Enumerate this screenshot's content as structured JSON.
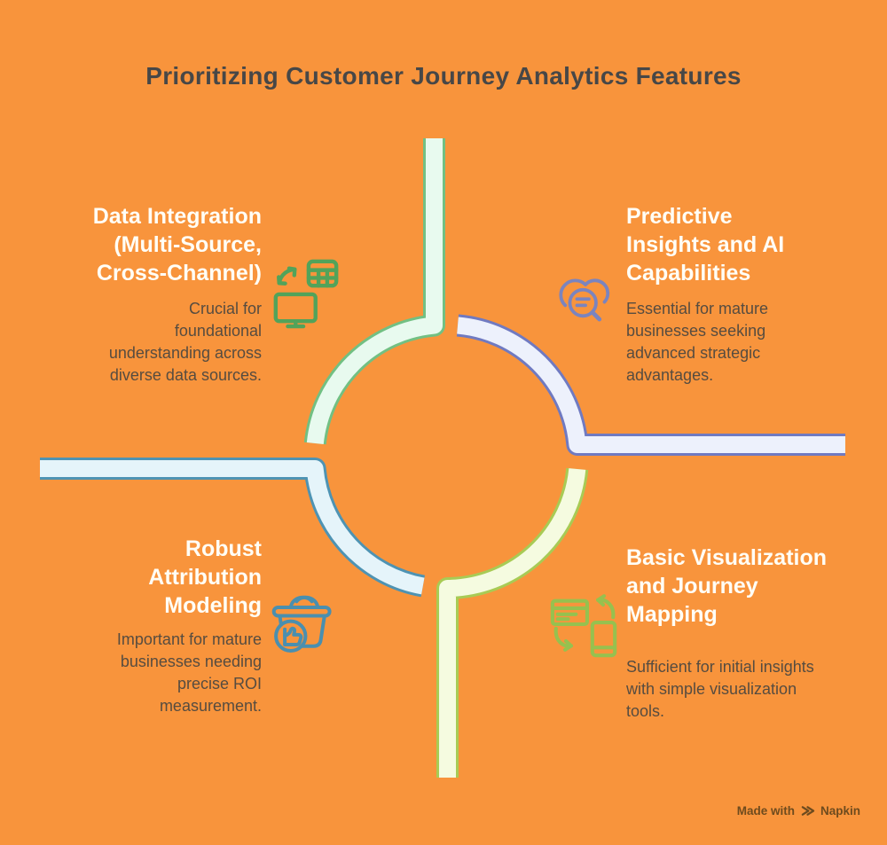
{
  "title": "Prioritizing Customer Journey Analytics Features",
  "colors": {
    "background": "#F8943C",
    "title_text": "#474747",
    "heading_text": "#FFFEF6",
    "body_text": "#564C40",
    "footer_text": "#6E4B1E"
  },
  "pinwheel": {
    "segments": [
      {
        "name": "top-left",
        "fill": "#E8FAEF",
        "border": "#72C083"
      },
      {
        "name": "top-right",
        "fill": "#EDF1FC",
        "border": "#707AC1"
      },
      {
        "name": "bottom-left",
        "fill": "#E5F4FA",
        "border": "#4E93B3"
      },
      {
        "name": "bottom-right",
        "fill": "#F5FBE0",
        "border": "#A8CB55"
      }
    ]
  },
  "quadrants": [
    {
      "position": "top-left",
      "heading": "Data Integration\n(Multi-Source,\nCross-Channel)",
      "description": "Crucial for\nfoundational\nunderstanding across\ndiverse data sources.",
      "icon": "data-sync-table-monitor-icon",
      "icon_color": "#52A35A"
    },
    {
      "position": "top-right",
      "heading": "Predictive\nInsights and AI\nCapabilities",
      "description": "Essential for mature\nbusinesses seeking\nadvanced strategic\nadvantages.",
      "icon": "cloud-search-icon",
      "icon_color": "#7B84BE"
    },
    {
      "position": "bottom-left",
      "heading": "Robust\nAttribution\nModeling",
      "description": "Important for mature\nbusinesses needing\nprecise ROI\nmeasurement.",
      "icon": "basket-thumbs-up-icon",
      "icon_color": "#4A8FAF"
    },
    {
      "position": "bottom-right",
      "heading": "Basic Visualization\nand Journey\nMapping",
      "description": "Sufficient for initial insights\nwith simple visualization\ntools.",
      "icon": "responsive-sync-icon",
      "icon_color": "#96C14F"
    }
  ],
  "footer": {
    "made_with": "Made with",
    "brand": "Napkin"
  }
}
